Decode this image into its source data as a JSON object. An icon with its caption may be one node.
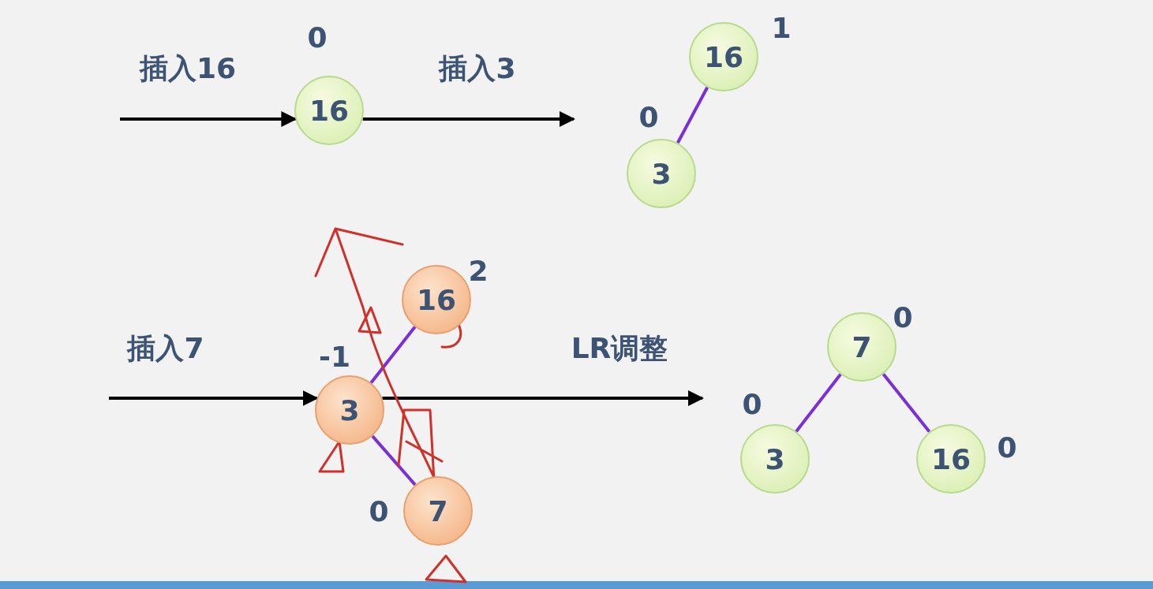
{
  "diagram": {
    "nodes": [
      {
        "text": [
          "16"
        ],
        "beside": [
          "0"
        ]
      },
      {
        "text": [
          "16"
        ],
        "beside": [
          "1"
        ]
      },
      {
        "text": [
          "3"
        ],
        "beside": [
          "0"
        ]
      },
      {
        "text": [
          "16"
        ],
        "beside": [
          "2"
        ]
      },
      {
        "text": [
          "3"
        ],
        "beside": [
          "-1"
        ]
      },
      {
        "text": [
          "7"
        ],
        "beside": [
          "0"
        ]
      },
      {
        "text": [
          "7"
        ],
        "beside": [
          "0"
        ]
      },
      {
        "text": [
          "3"
        ],
        "beside": [
          "0"
        ]
      },
      {
        "text": [
          "16"
        ],
        "beside": [
          "0"
        ]
      }
    ],
    "edges": [
      {
        "from": null,
        "to": 0,
        "arrow": "to",
        "label": "插入16",
        "color": "#000000"
      },
      {
        "from": 0,
        "to": null,
        "arrow": "to",
        "label": "插入3",
        "color": "#000000"
      },
      {
        "from": null,
        "to": 4,
        "arrow": "to",
        "label": "插入7",
        "color": "#000000"
      },
      {
        "from": 4,
        "to": null,
        "arrow": "to",
        "label": "LR调整",
        "color": "#000000"
      },
      {
        "from": 1,
        "to": 2,
        "arrow": "none",
        "color": "#7b2fd6"
      },
      {
        "from": 3,
        "to": 4,
        "arrow": "none",
        "color": "#7b2fd6"
      },
      {
        "from": 4,
        "to": 5,
        "arrow": "none",
        "color": "#7b2fd6"
      },
      {
        "from": 6,
        "to": 7,
        "arrow": "none",
        "color": "#7b2fd6"
      },
      {
        "from": 6,
        "to": 8,
        "arrow": "none",
        "color": "#7b2fd6"
      }
    ]
  }
}
